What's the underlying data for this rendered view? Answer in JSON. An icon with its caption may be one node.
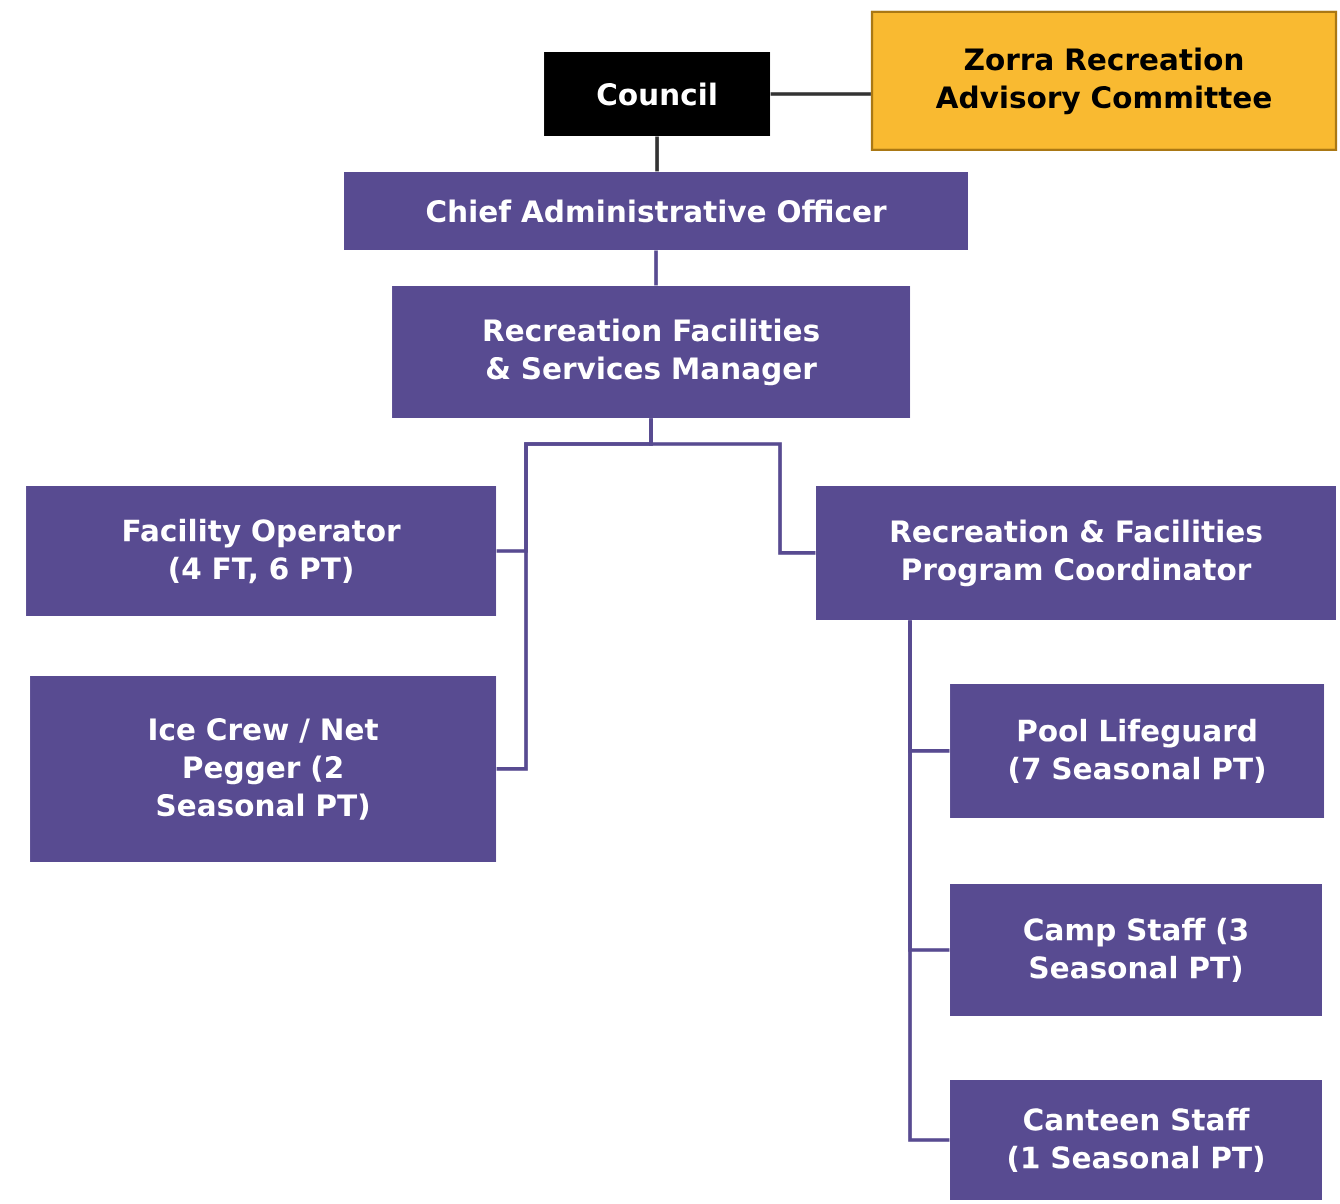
{
  "diagram": {
    "nodes": [
      {
        "text": [
          "Council"
        ]
      },
      {
        "text": [
          "Zorra Recreation Advisory Committee"
        ]
      },
      {
        "text": [
          "Chief Administrative Officer"
        ]
      },
      {
        "text": [
          "Recreation Facilities & Services Manager"
        ]
      },
      {
        "text": [
          "Facility Operator (4 FT, 6 PT)"
        ]
      },
      {
        "text": [
          "Ice Crew / Net Pegger (2 Seasonal PT)"
        ]
      },
      {
        "text": [
          "Recreation & Facilities Program Coordinator"
        ]
      },
      {
        "text": [
          "Pool Lifeguard (7 Seasonal PT)"
        ]
      },
      {
        "text": [
          "Camp Staff (3 Seasonal PT)"
        ]
      },
      {
        "text": [
          "Canteen Staff (1 Seasonal PT)"
        ]
      }
    ],
    "edges": [
      {
        "from": 0,
        "to": 1,
        "arrow": "none",
        "color": "#333333"
      },
      {
        "from": 0,
        "to": 2,
        "arrow": "none",
        "color": "#333333"
      },
      {
        "from": 2,
        "to": 3,
        "arrow": "none"
      },
      {
        "from": 3,
        "to": 4,
        "arrow": "none"
      },
      {
        "from": 3,
        "to": 5,
        "arrow": "none"
      },
      {
        "from": 3,
        "to": 6,
        "arrow": "none"
      },
      {
        "from": 6,
        "to": 7,
        "arrow": "none"
      },
      {
        "from": 6,
        "to": 8,
        "arrow": "none"
      },
      {
        "from": 6,
        "to": 9,
        "arrow": "none"
      }
    ]
  }
}
